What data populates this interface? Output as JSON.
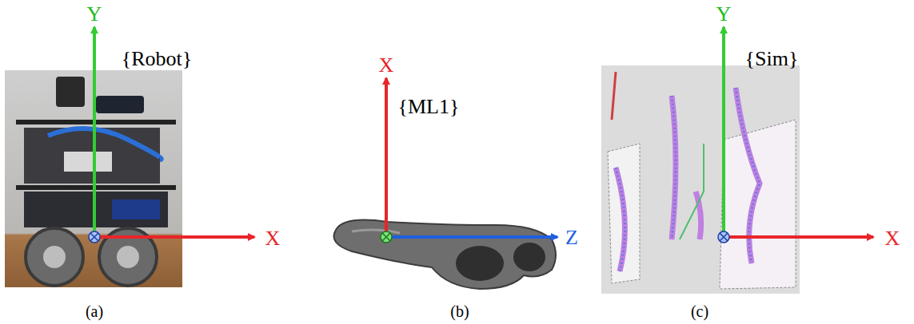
{
  "diagram": {
    "labels": [
      "Y",
      "{Robot}",
      "X",
      "(a)",
      "X",
      "{ML1}",
      "Z",
      "(b)",
      "Y",
      "{Sim}",
      "X",
      "(c)"
    ]
  }
}
